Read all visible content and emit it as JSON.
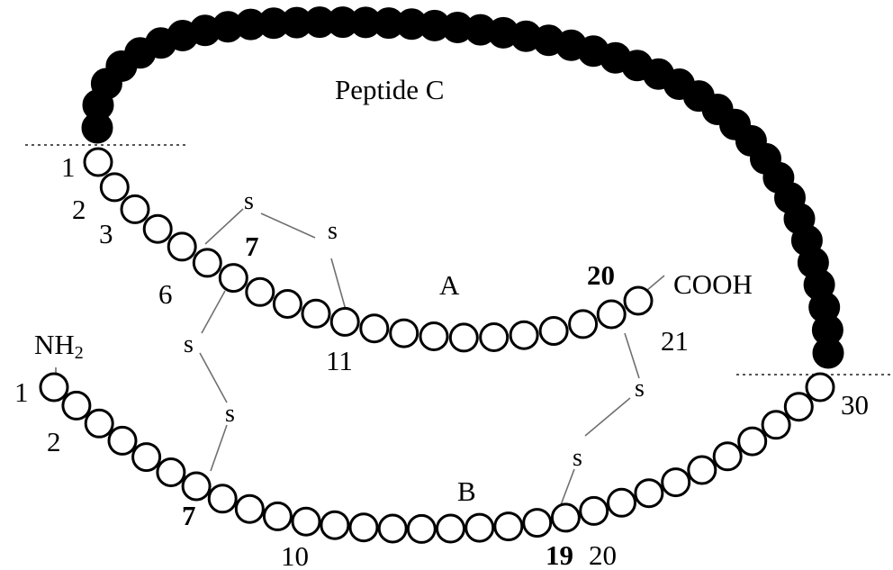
{
  "diagram": {
    "peptide_c_label": "Peptide C",
    "chain_a_label": "A",
    "chain_b_label": "B",
    "cooh_label": "COOH",
    "nh2_label": "NH",
    "nh2_subscript": "2",
    "sulfur": "s",
    "chain_a_numbers": {
      "n1": "1",
      "n2": "2",
      "n3": "3",
      "n6": "6",
      "n7": "7",
      "n11": "11",
      "n20": "20",
      "n21": "21"
    },
    "chain_b_numbers": {
      "n1": "1",
      "n2": "2",
      "n7": "7",
      "n10": "10",
      "n19": "19",
      "n20": "20",
      "n30": "30"
    },
    "colors": {
      "highlight_7": "#c86414",
      "highlight_19": "#000000",
      "highlight_blue": "#123a80"
    }
  }
}
